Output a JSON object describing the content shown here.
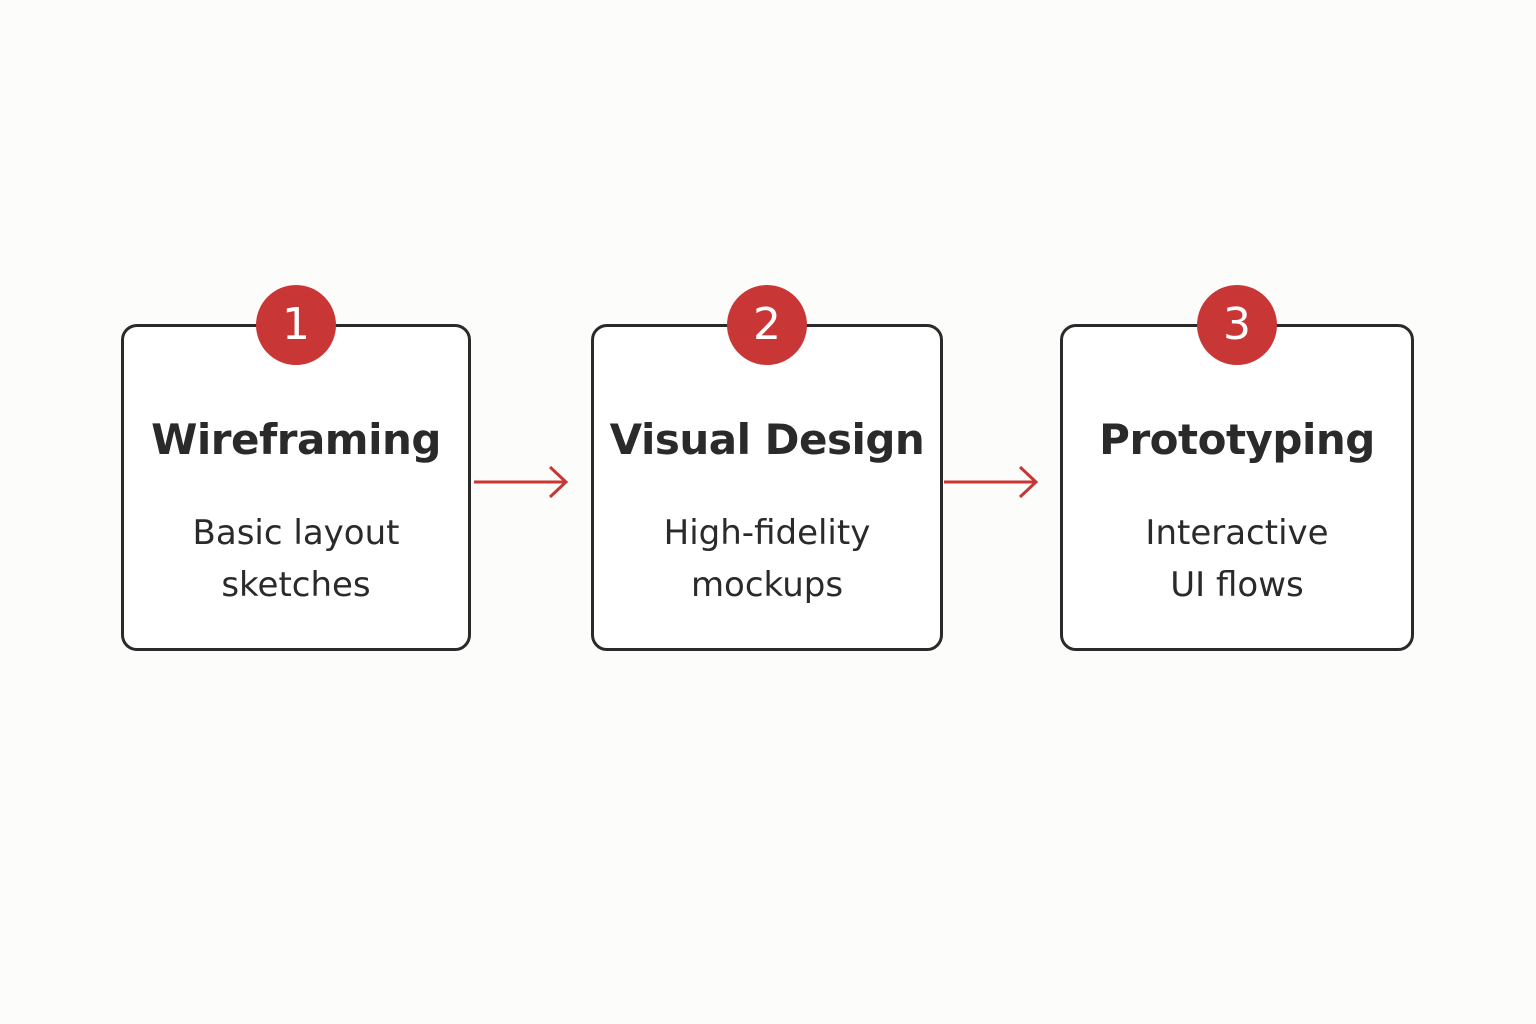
{
  "colors": {
    "accent": "#c93636",
    "border": "#2a2a2a",
    "background": "#fcfcfa"
  },
  "steps": [
    {
      "number": "1",
      "title": "Wireframing",
      "desc_lines": [
        "Basic layout",
        "sketches"
      ]
    },
    {
      "number": "2",
      "title": "Visual Design",
      "desc_lines": [
        "High-fidelity",
        "mockups"
      ]
    },
    {
      "number": "3",
      "title": "Prototyping",
      "desc_lines": [
        "Interactive",
        "UI flows"
      ]
    }
  ]
}
